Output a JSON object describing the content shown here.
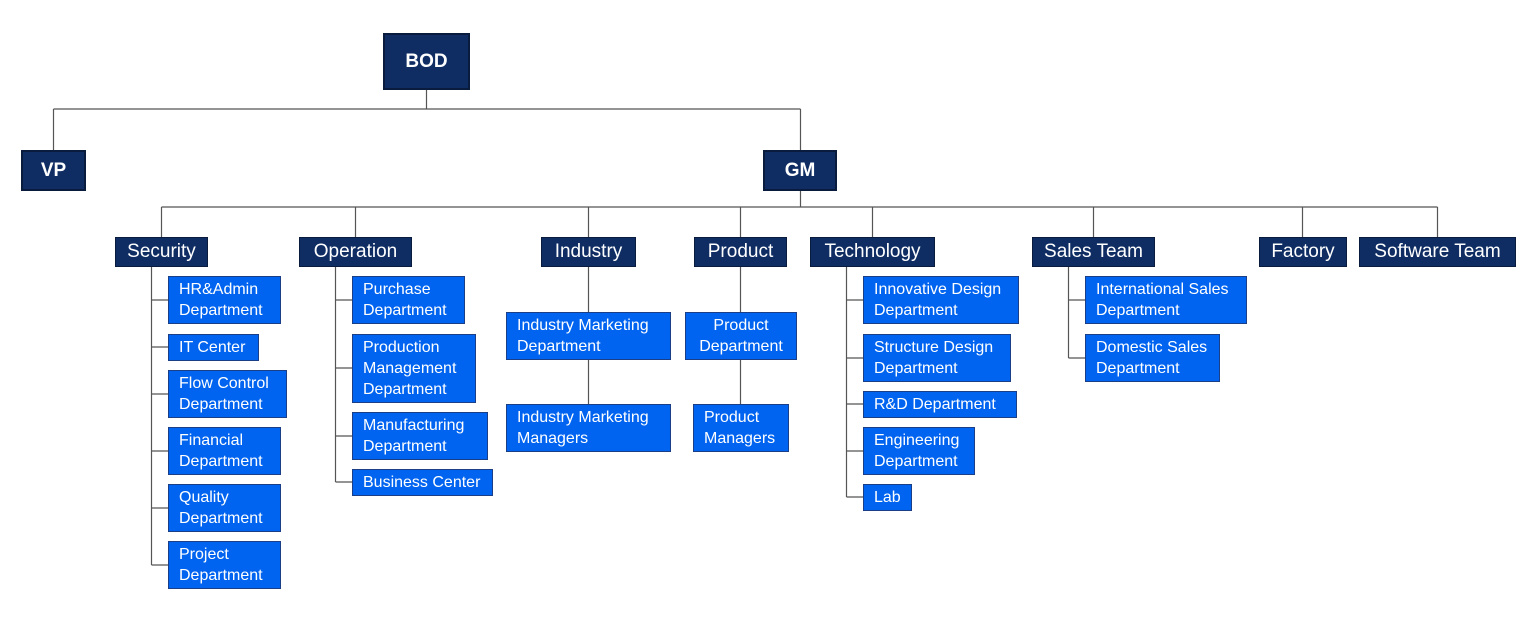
{
  "colors": {
    "top_fill": "#0f2d63",
    "dept_fill": "#0f2d63",
    "sub_fill": "#0064f0",
    "connector": "#555555"
  },
  "top": {
    "bod": "BOD",
    "vp": "VP",
    "gm": "GM"
  },
  "departments": [
    {
      "label": "Security",
      "subs": [
        "HR&Admin\nDepartment",
        "IT Center",
        "Flow Control\nDepartment",
        "Financial\nDepartment",
        "Quality\nDepartment",
        "Project\nDepartment"
      ]
    },
    {
      "label": "Operation",
      "subs": [
        "Purchase\nDepartment",
        "Production\nManagement\nDepartment",
        "Manufacturing\nDepartment",
        "Business Center"
      ]
    },
    {
      "label": "Industry",
      "subs": [
        "Industry Marketing\nDepartment",
        "Industry Marketing\nManagers"
      ]
    },
    {
      "label": "Product",
      "subs": [
        "Product\nDepartment",
        "Product\nManagers"
      ]
    },
    {
      "label": "Technology",
      "subs": [
        "Innovative Design\nDepartment",
        "Structure Design\nDepartment",
        "R&D Department",
        "Engineering\nDepartment",
        "Lab"
      ]
    },
    {
      "label": "Sales Team",
      "subs": [
        "International Sales\nDepartment",
        "Domestic Sales\nDepartment"
      ]
    },
    {
      "label": "Factory",
      "subs": []
    },
    {
      "label": "Software Team",
      "subs": []
    }
  ]
}
